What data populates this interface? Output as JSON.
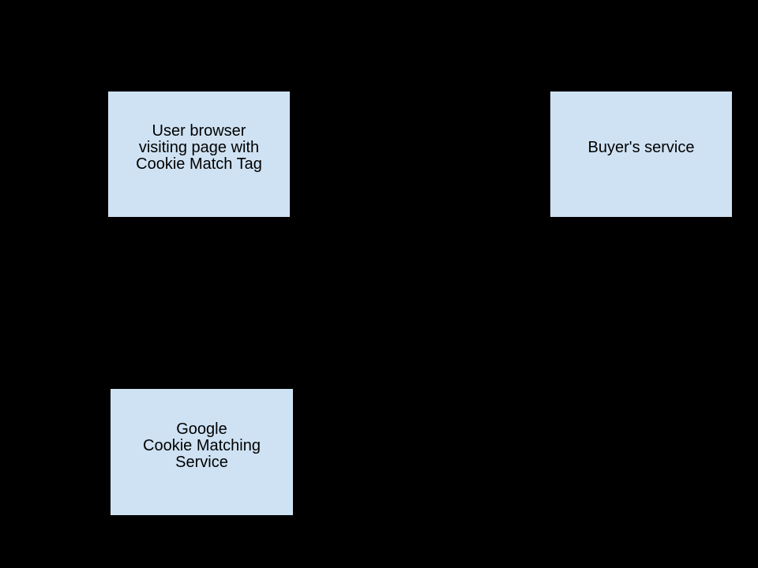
{
  "canvas": {
    "background_color": "#000000"
  },
  "diagram": {
    "style": {
      "box_fill_color": "#cfe2f3",
      "box_border_color": "#000000",
      "text_color": "#000000"
    },
    "nodes": [
      {
        "id": "user-browser",
        "lines": [
          "User browser",
          "visiting page with",
          "Cookie Match Tag"
        ]
      },
      {
        "id": "buyers-service",
        "lines": [
          "Buyer's service"
        ]
      },
      {
        "id": "google-cookie-matching-service",
        "lines": [
          "Google",
          "Cookie Matching",
          "Service"
        ]
      }
    ]
  }
}
